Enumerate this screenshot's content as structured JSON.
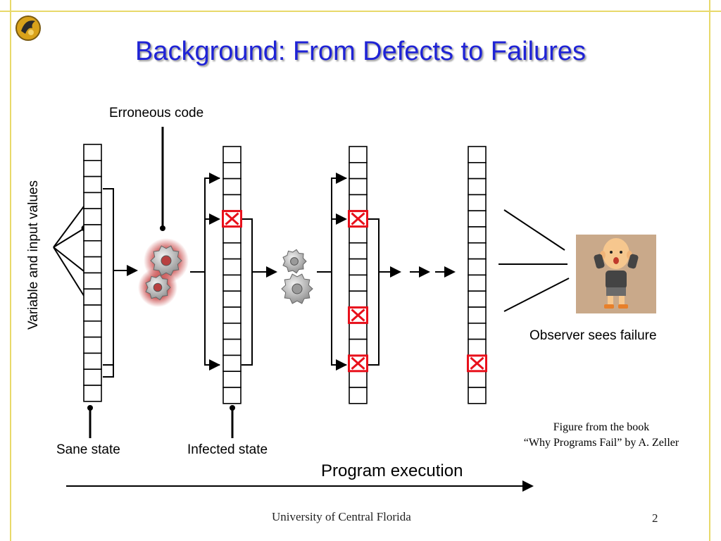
{
  "slide": {
    "title": "Background: From Defects to Failures",
    "logo_icon": "pegasus-logo-icon",
    "border_color": "#e8d96a",
    "title_color": "#1f23d6"
  },
  "diagram": {
    "erroneous_code_label": "Erroneous code",
    "variables_label": "Variable and input values",
    "sane_state_label": "Sane state",
    "infected_state_label": "Infected state",
    "observer_label": "Observer sees failure",
    "program_execution_label": "Program execution",
    "credit_line1": "Figure from the book",
    "credit_line2": "“Why Programs Fail” by A. Zeller",
    "infected_marker_color": "#e8101b"
  },
  "footer": {
    "institution": "University of Central Florida",
    "page_number": "2"
  }
}
